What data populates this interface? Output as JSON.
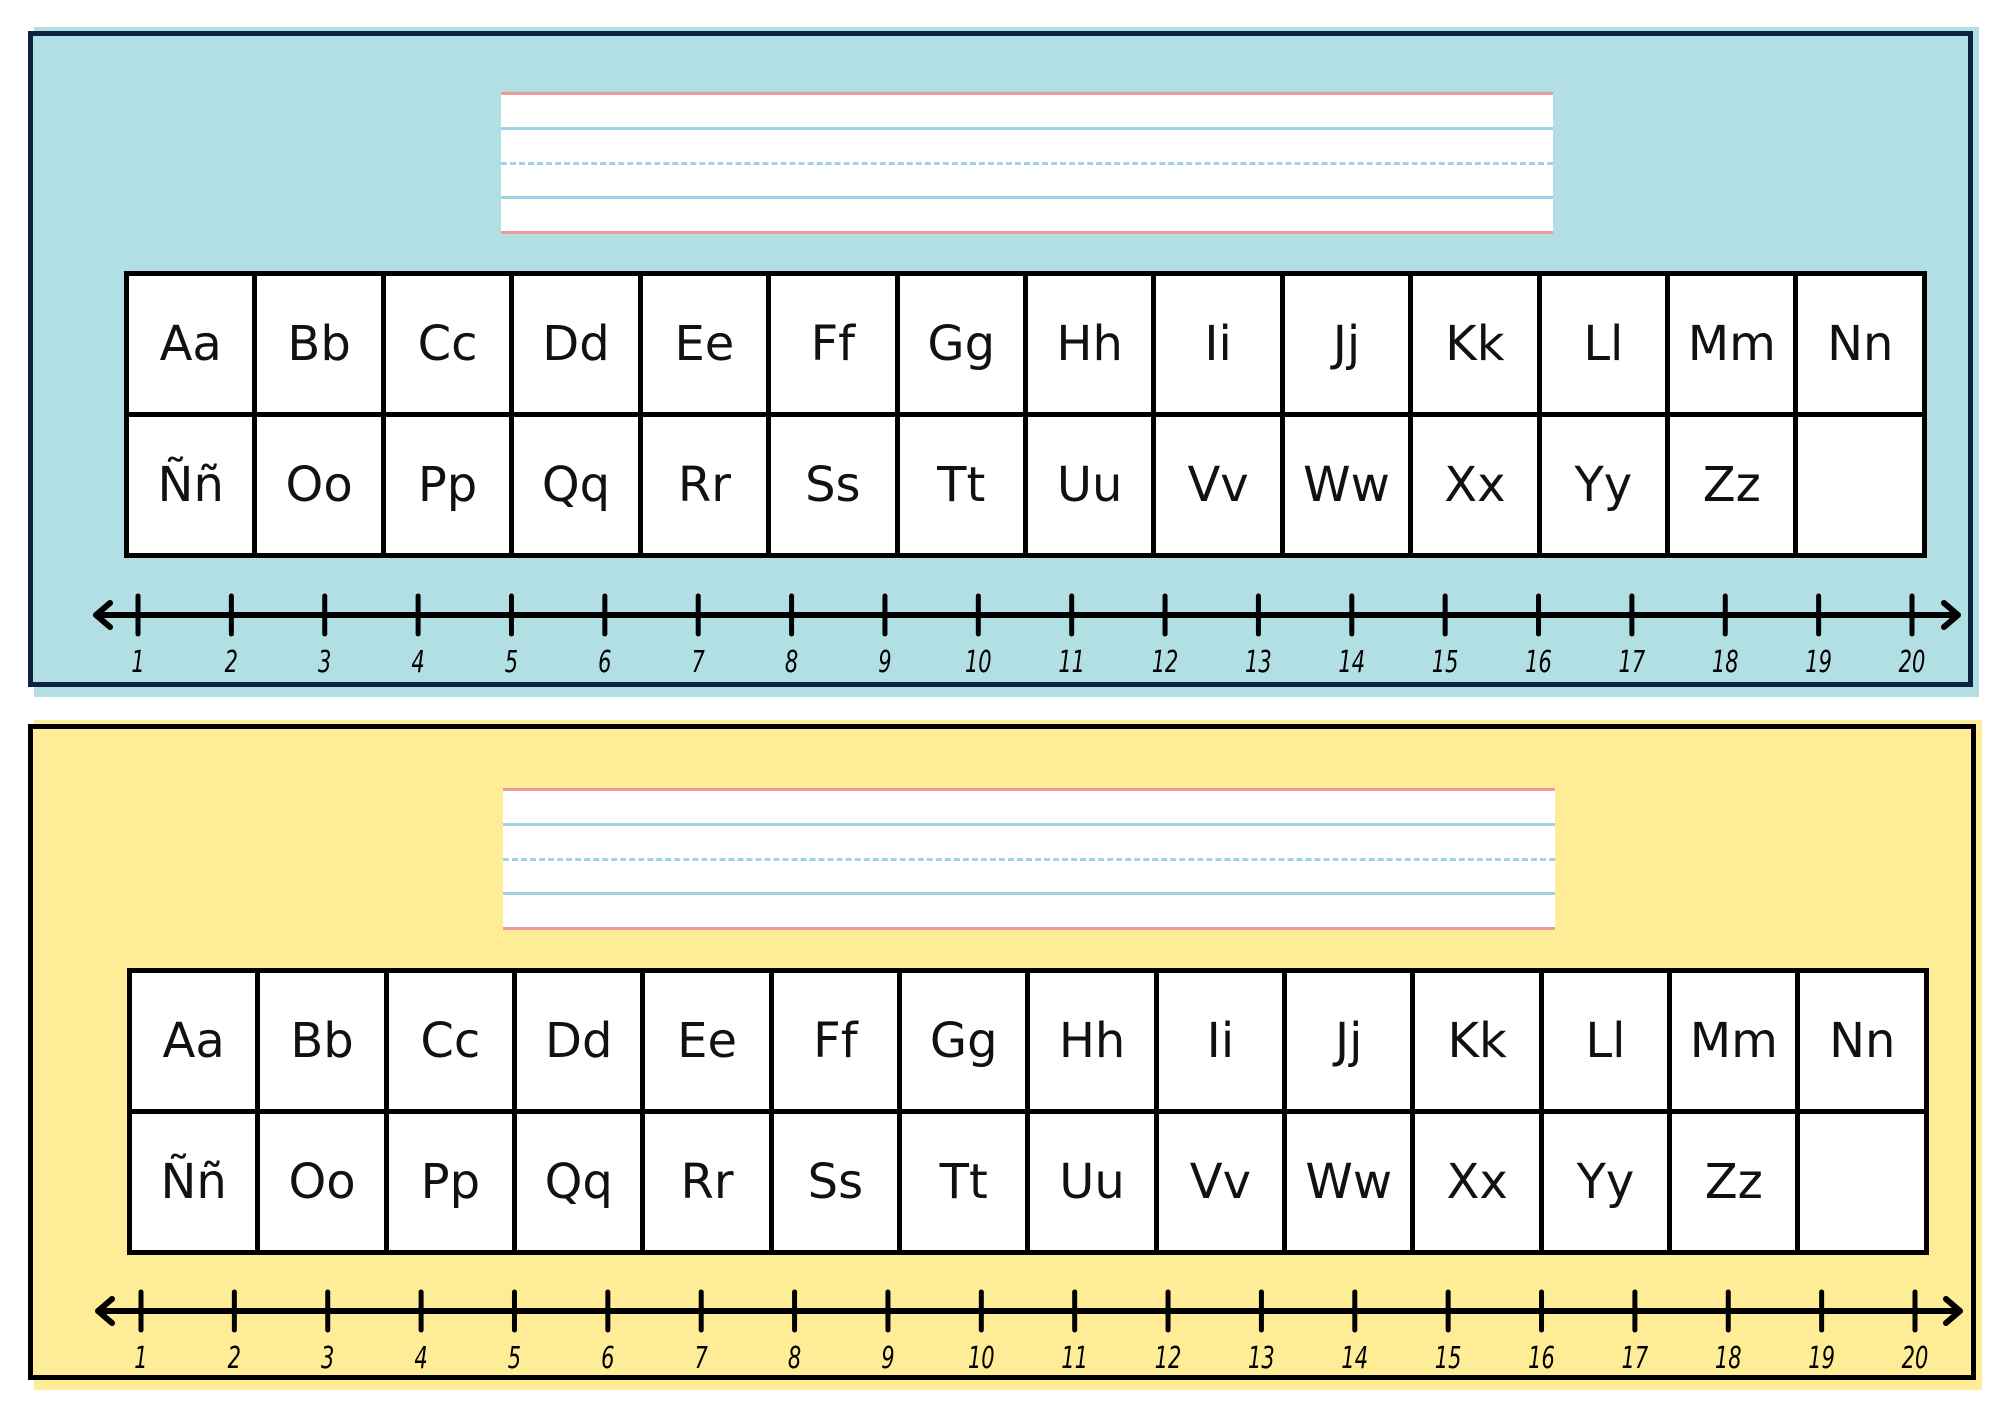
{
  "panels": [
    {
      "name": "blue-strip",
      "background": "#b2dfe4",
      "border": "#0d2340",
      "shadow": "#b2dfe4"
    },
    {
      "name": "yellow-strip",
      "background": "#ffec96",
      "border": "#000000",
      "shadow": "#ffec96"
    }
  ],
  "alphabet": {
    "row1": [
      "Aa",
      "Bb",
      "Cc",
      "Dd",
      "Ee",
      "Ff",
      "Gg",
      "Hh",
      "Ii",
      "Jj",
      "Kk",
      "Ll",
      "Mm",
      "Nn"
    ],
    "row2": [
      "Ññ",
      "Oo",
      "Pp",
      "Qq",
      "Rr",
      "Ss",
      "Tt",
      "Uu",
      "Vv",
      "Ww",
      "Xx",
      "Yy",
      "Zz",
      ""
    ]
  },
  "number_line": [
    "1",
    "2",
    "3",
    "4",
    "5",
    "6",
    "7",
    "8",
    "9",
    "10",
    "11",
    "12",
    "13",
    "14",
    "15",
    "16",
    "17",
    "18",
    "19",
    "20"
  ],
  "colors": {
    "red_line": "#ef9a9a",
    "blue_line": "#9fd3e6"
  }
}
